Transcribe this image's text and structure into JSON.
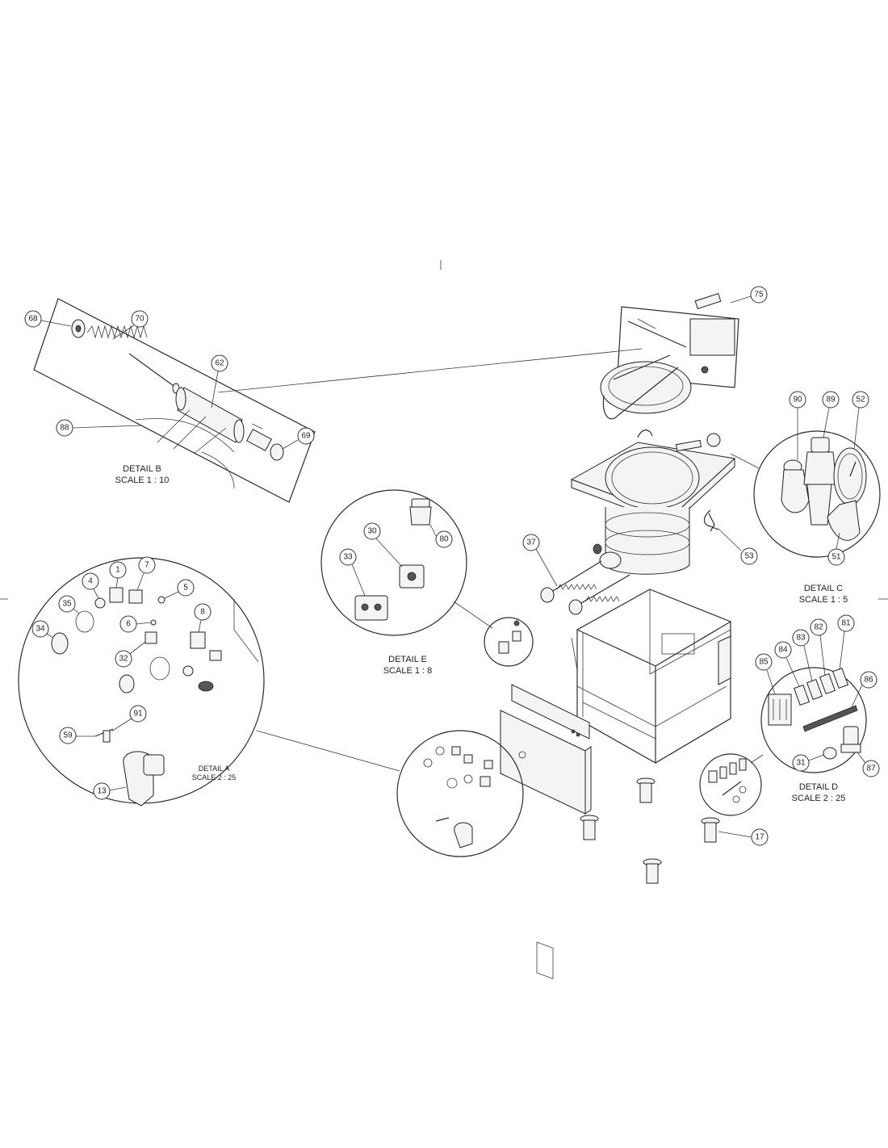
{
  "details": {
    "b": {
      "title": "DETAIL B",
      "scale": "SCALE 1 : 10"
    },
    "c": {
      "title": "DETAIL C",
      "scale": "SCALE 1 : 5"
    },
    "e": {
      "title": "DETAIL E",
      "scale": "SCALE 1 : 8"
    },
    "a": {
      "title": "DETAIL A",
      "scale": "SCALE 2 : 25"
    },
    "d": {
      "title": "DETAIL D",
      "scale": "SCALE 2 : 25"
    }
  },
  "callouts": [
    "68",
    "70",
    "62",
    "88",
    "69",
    "75",
    "90",
    "89",
    "52",
    "53",
    "51",
    "37",
    "80",
    "30",
    "33",
    "1",
    "7",
    "4",
    "35",
    "5",
    "6",
    "8",
    "34",
    "32",
    "91",
    "59",
    "13",
    "85",
    "84",
    "83",
    "82",
    "81",
    "86",
    "31",
    "87",
    "17"
  ]
}
